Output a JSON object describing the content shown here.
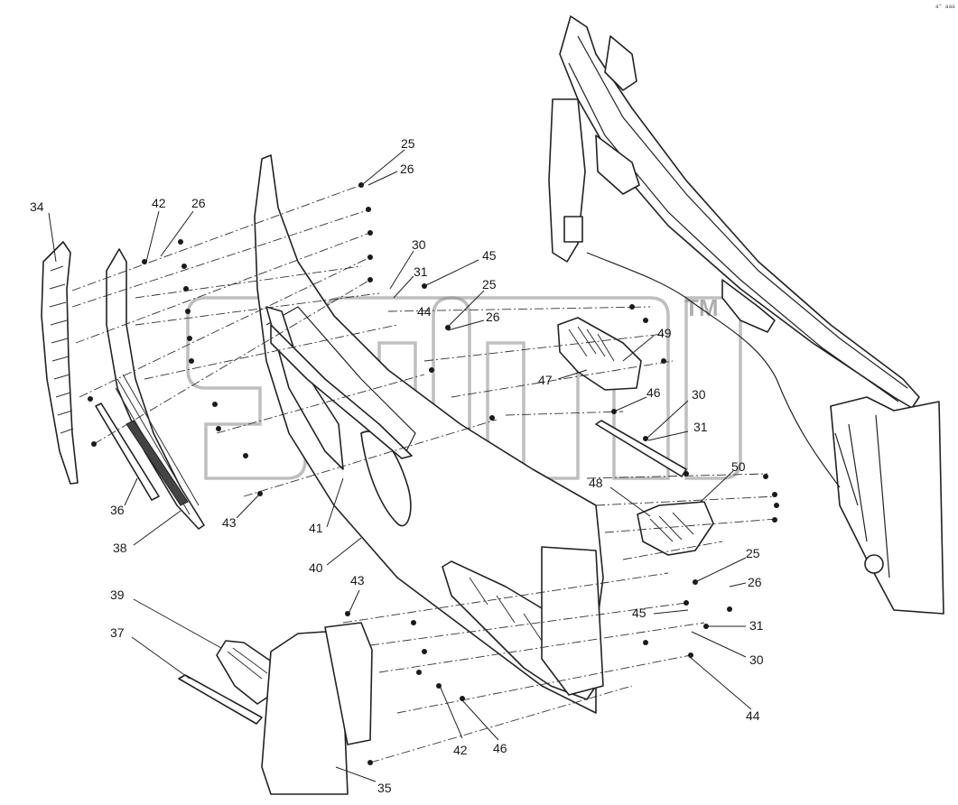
{
  "diagram": {
    "callouts": [
      {
        "id": "c25a",
        "text": "25"
      },
      {
        "id": "c26a",
        "text": "26"
      },
      {
        "id": "c34",
        "text": "34"
      },
      {
        "id": "c42a",
        "text": "42"
      },
      {
        "id": "c26b",
        "text": "26"
      },
      {
        "id": "c30a",
        "text": "30"
      },
      {
        "id": "c45a",
        "text": "45"
      },
      {
        "id": "c31a",
        "text": "31"
      },
      {
        "id": "c25b",
        "text": "25"
      },
      {
        "id": "c44a",
        "text": "44"
      },
      {
        "id": "c26c",
        "text": "26"
      },
      {
        "id": "c49",
        "text": "49"
      },
      {
        "id": "c47",
        "text": "47"
      },
      {
        "id": "c46a",
        "text": "46"
      },
      {
        "id": "c30b",
        "text": "30"
      },
      {
        "id": "c31b",
        "text": "31"
      },
      {
        "id": "c50",
        "text": "50"
      },
      {
        "id": "c48",
        "text": "48"
      },
      {
        "id": "c36",
        "text": "36"
      },
      {
        "id": "c43a",
        "text": "43"
      },
      {
        "id": "c41",
        "text": "41"
      },
      {
        "id": "c38",
        "text": "38"
      },
      {
        "id": "c40",
        "text": "40"
      },
      {
        "id": "c25c",
        "text": "25"
      },
      {
        "id": "c26d",
        "text": "26"
      },
      {
        "id": "c43b",
        "text": "43"
      },
      {
        "id": "c39",
        "text": "39"
      },
      {
        "id": "c45b",
        "text": "45"
      },
      {
        "id": "c31c",
        "text": "31"
      },
      {
        "id": "c37",
        "text": "37"
      },
      {
        "id": "c30c",
        "text": "30"
      },
      {
        "id": "c44b",
        "text": "44"
      },
      {
        "id": "c42b",
        "text": "42"
      },
      {
        "id": "c46b",
        "text": "46"
      },
      {
        "id": "c35",
        "text": "35"
      }
    ],
    "watermark": {
      "text": "sma",
      "mark": "TM"
    },
    "corner_text": "a\" aaa"
  }
}
